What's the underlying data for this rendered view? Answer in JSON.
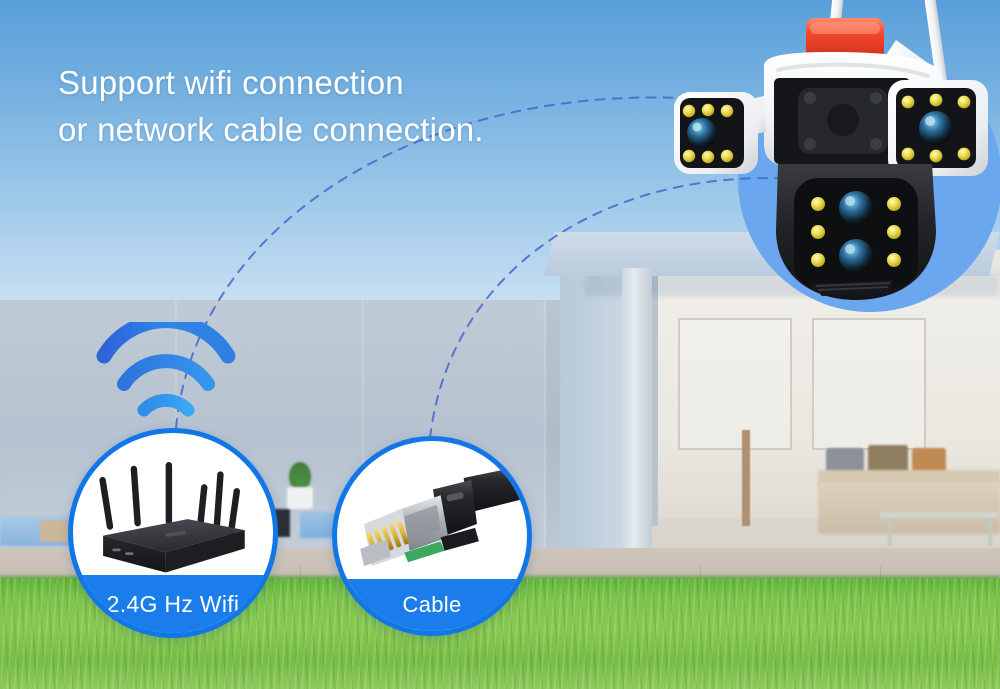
{
  "headline": {
    "line1": "Support wifi connection",
    "line2": "or network cable connection."
  },
  "badges": [
    {
      "id": "wifi",
      "label": "2.4G Hz Wifi",
      "icon": "wifi-router-icon"
    },
    {
      "id": "cable",
      "label": "Cable",
      "icon": "rj45-connector-icon"
    }
  ],
  "device": {
    "name": "multi-lens-ptz-security-camera",
    "features": {
      "siren": "red-alarm-light",
      "antennas": 2,
      "lens_modules": 3,
      "ir_leds_per_module": 6
    }
  },
  "scene": {
    "background": "house-exterior-with-lawn",
    "sky": "blue-gradient-sky",
    "lawn": "green-grass"
  },
  "colors": {
    "accent_blue": "#1a7deb",
    "ring_blue": "#1177e8",
    "halo_blue": "#6aa7ef",
    "headline_text": "#ffffff",
    "dash_line": "#4466cc",
    "grass_green": "#7cc44a",
    "siren_red": "#f0472a"
  }
}
